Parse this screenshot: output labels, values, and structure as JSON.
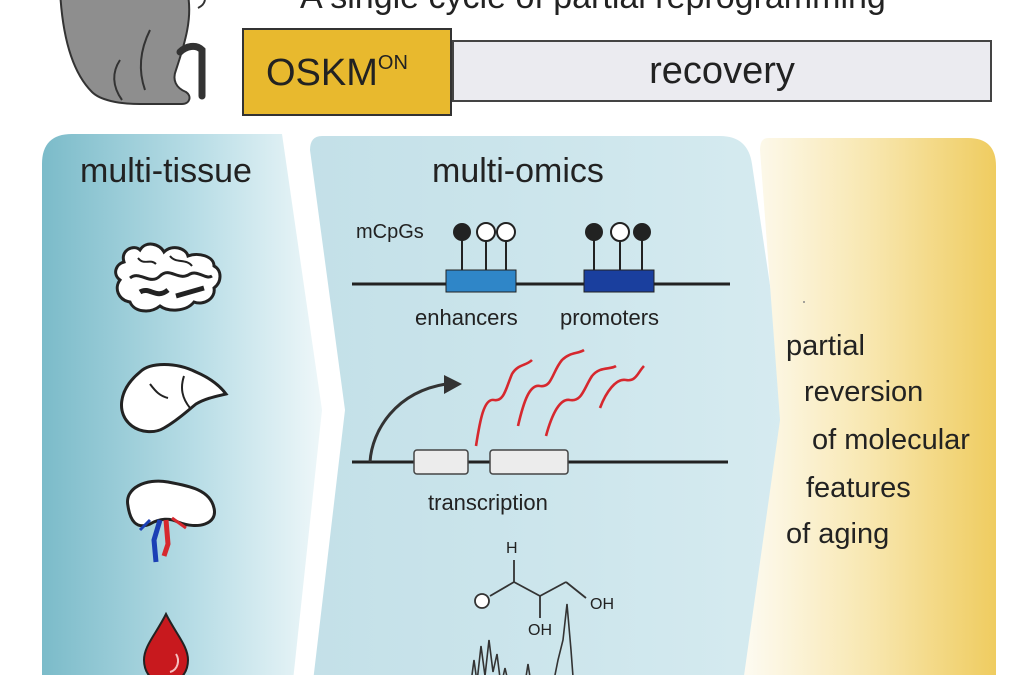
{
  "header": {
    "title": "A single cycle of partial reprogramming",
    "oskm_label": "OSKM",
    "oskm_superscript": "ON",
    "recovery_label": "recovery"
  },
  "panels": {
    "tissue": {
      "title": "multi-tissue"
    },
    "omics": {
      "title": "multi-omics",
      "mcpgs_label": "mCpGs",
      "enhancers_label": "enhancers",
      "promoters_label": "promoters",
      "transcription_label": "transcription",
      "molecule_labels": {
        "h": "H",
        "oh1": "OH",
        "oh2": "OH"
      }
    },
    "outcome": {
      "lines": [
        "partial",
        "reversion",
        "of molecular",
        "features",
        "of aging"
      ]
    }
  },
  "icons": [
    "mouse-icon",
    "brain-icon",
    "liver-icon",
    "kidney-icon",
    "blood-drop-icon",
    "methylation-lollipop-icon",
    "transcription-arrow-icon",
    "rna-transcript-icon",
    "molecule-structure-icon",
    "mass-spectrum-icon"
  ],
  "colors": {
    "oskm_fill": "#e8b92e",
    "recovery_fill": "#ebebf0",
    "tissue_panel": "#7fbfcc",
    "omics_panel": "#cfe6ec",
    "outcome_panel": "#f2d36a",
    "enhancer_box": "#2f86c8",
    "promoter_box": "#1a3f9e",
    "rna": "#d6282e",
    "blood": "#c8191e"
  }
}
